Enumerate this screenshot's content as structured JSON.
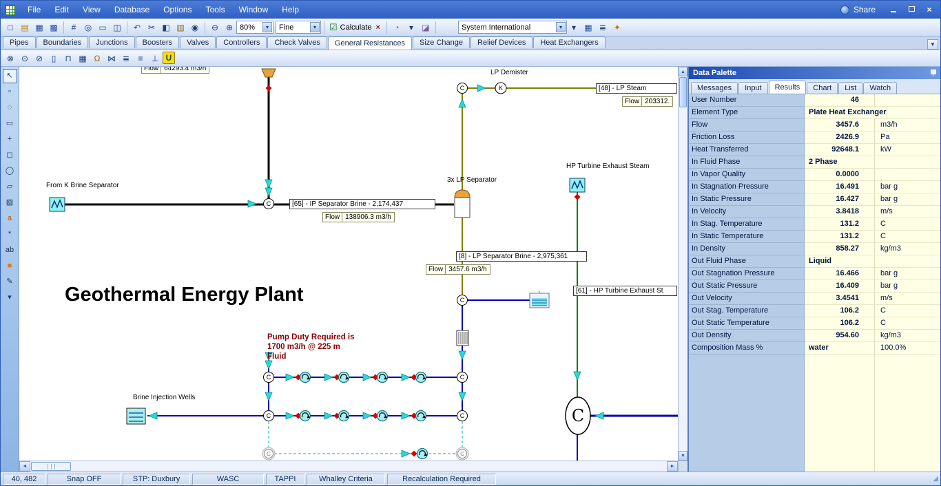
{
  "titlebar": {
    "menus": [
      "File",
      "Edit",
      "View",
      "Database",
      "Options",
      "Tools",
      "Window",
      "Help"
    ],
    "share_label": "Share"
  },
  "icons": {
    "combo_arrow": "▾",
    "dropdown": "▼",
    "scroll_up": "▲",
    "scroll_down": "▼",
    "scroll_left": "◄",
    "scroll_right": "►",
    "calc_check": "☑",
    "calc_close": "×",
    "close": "×",
    "grip": "◢"
  },
  "toolbar_main": {
    "file_group": [
      {
        "name": "new-network-button",
        "glyph": "□"
      },
      {
        "name": "open-button",
        "glyph": "▤",
        "color": "#b8860b"
      },
      {
        "name": "save-button",
        "glyph": "▦",
        "color": "#2a4ea0"
      },
      {
        "name": "save-as-button",
        "glyph": "▩",
        "color": "#2a4ea0"
      }
    ],
    "view_group": [
      {
        "name": "component-grid-button",
        "glyph": "#"
      },
      {
        "name": "search-network-button",
        "glyph": "◎"
      },
      {
        "name": "print-button",
        "glyph": "▭",
        "color": "#2a7a3a"
      },
      {
        "name": "export-button",
        "glyph": "◫"
      }
    ],
    "edit_group": [
      {
        "name": "undo-button",
        "glyph": "↶",
        "color": "#2a4ea0"
      },
      {
        "name": "cut-button",
        "glyph": "✂"
      },
      {
        "name": "copy-button",
        "glyph": "◧"
      },
      {
        "name": "paste-button",
        "glyph": "▥",
        "color": "#8a6a20"
      },
      {
        "name": "find-button",
        "glyph": "◉"
      }
    ],
    "zoom_group": [
      {
        "name": "zoom-out-button",
        "glyph": "⊖"
      },
      {
        "name": "zoom-in-button",
        "glyph": "⊕"
      }
    ],
    "zoom_value": "80%",
    "quality_value": "Fine",
    "calculate_label": "Calculate",
    "run_group": [
      {
        "name": "gauge-button",
        "glyph": "◔",
        "color": "#b06010"
      },
      {
        "name": "gauge-dropdown-button",
        "glyph": "▾"
      },
      {
        "name": "eraser-button",
        "glyph": "◪",
        "color": "#7a5a9a"
      }
    ],
    "units_value": "System International",
    "right_group": [
      {
        "name": "units-dropdown-button",
        "glyph": "▾"
      },
      {
        "name": "data-palette-button",
        "glyph": "▦",
        "color": "#2a4ea0"
      },
      {
        "name": "list-view-button",
        "glyph": "≣"
      },
      {
        "name": "wizard-button",
        "glyph": "✦",
        "color": "#d07000"
      }
    ]
  },
  "doc_tabs": {
    "items": [
      {
        "label": "Pipes"
      },
      {
        "label": "Boundaries"
      },
      {
        "label": "Junctions"
      },
      {
        "label": "Boosters"
      },
      {
        "label": "Valves"
      },
      {
        "label": "Controllers"
      },
      {
        "label": "Check Valves"
      },
      {
        "label": "General Resistances",
        "active": true
      },
      {
        "label": "Size Change"
      },
      {
        "label": "Relief Devices"
      },
      {
        "label": "Heat Exchangers"
      }
    ]
  },
  "toolbar_components": {
    "items": [
      {
        "name": "orifice-button",
        "glyph": "⊗"
      },
      {
        "name": "nozzle-button",
        "glyph": "⊙"
      },
      {
        "name": "restrictor-button",
        "glyph": "⊘"
      },
      {
        "name": "plate-button",
        "glyph": "▯"
      },
      {
        "name": "gate-button",
        "glyph": "⊓"
      },
      {
        "name": "screen-button",
        "glyph": "▦"
      },
      {
        "name": "bend-loss-button",
        "glyph": "Ω",
        "color": "#b05a00"
      },
      {
        "name": "transition-button",
        "glyph": "⋈"
      },
      {
        "name": "grill-button",
        "glyph": "≣"
      },
      {
        "name": "louvre-button",
        "glyph": "≡"
      },
      {
        "name": "tee-button",
        "glyph": "⊥"
      },
      {
        "name": "user-resistance-button",
        "glyph": "U",
        "cls": "boxed"
      }
    ]
  },
  "tools": {
    "items": [
      {
        "name": "select-tool",
        "glyph": "↖",
        "active": true
      },
      {
        "name": "marquee-tool",
        "glyph": "▫"
      },
      {
        "name": "lasso-tool",
        "glyph": "◌"
      },
      {
        "name": "zoom-window-tool",
        "glyph": "▭"
      },
      {
        "name": "pan-tool",
        "glyph": "+"
      },
      {
        "name": "node-tool",
        "glyph": "◻"
      },
      {
        "name": "ellipse-tool",
        "glyph": "◯"
      },
      {
        "name": "polygon-tool",
        "glyph": "▱"
      },
      {
        "name": "image-tool",
        "glyph": "▨"
      },
      {
        "name": "text-tool",
        "glyph": "a",
        "color": "#c05000"
      },
      {
        "name": "snap-tool",
        "glyph": "*"
      },
      {
        "name": "label-tool",
        "glyph": "ab"
      },
      {
        "name": "fill-tool",
        "glyph": "■",
        "color": "#e07820"
      },
      {
        "name": "pencil-tool",
        "glyph": "✎"
      },
      {
        "name": "layer-tool",
        "glyph": "▾",
        "color": "#16408c"
      }
    ]
  },
  "canvas": {
    "title": "Geothermal Energy Plant",
    "flow_word": "Flow",
    "nodes": {
      "c": "C",
      "k": "K",
      "big_c": "C"
    },
    "labels": {
      "top_flow_value": "64293.4 m3/h",
      "lp_demister": "LP Demister",
      "lp_steam_box": "[48] - LP Steam",
      "lp_steam_flow_value": "203312.",
      "from_k_brine": "From K Brine Separator",
      "ip_brine_box": "[65] - IP Separator Brine - 2,174,437",
      "ip_brine_flow_value": "138906.3 m3/h",
      "lp_separator": "3x LP Separator",
      "hp_exhaust": "HP Turbine Exhaust Steam",
      "lp_brine_box": "[8] - LP Separator Brine - 2,975,361",
      "lp_brine_flow_value": "3457.6 m3/h",
      "hp_exhaust_box": "[61] - HP Turbine Exhaust St",
      "brine_wells": "Brine Injection Wells",
      "pump_note": [
        "Pump Duty Required is",
        "1700 m3/h @ 225 m",
        "Fluid"
      ]
    }
  },
  "palette": {
    "title": "Data Palette",
    "tabs": [
      {
        "label": "Messages"
      },
      {
        "label": "Input"
      },
      {
        "label": "Results",
        "active": true
      },
      {
        "label": "Chart"
      },
      {
        "label": "List"
      },
      {
        "label": "Watch"
      }
    ],
    "rows": [
      {
        "label": "User Number",
        "value": "46",
        "unit": ""
      },
      {
        "label": "Element Type",
        "value": "Plate Heat Exchanger",
        "unit": "",
        "cls": "alpha"
      },
      {
        "label": "Flow",
        "value": "3457.6",
        "unit": "m3/h"
      },
      {
        "label": "Friction Loss",
        "value": "2426.9",
        "unit": "Pa"
      },
      {
        "label": "Heat Transferred",
        "value": "92648.1",
        "unit": "kW"
      },
      {
        "label": "In Fluid Phase",
        "value": "2 Phase",
        "unit": "",
        "cls": "alpha"
      },
      {
        "label": "In Vapor Quality",
        "value": "0.0000",
        "unit": ""
      },
      {
        "label": "In Stagnation Pressure",
        "value": "16.491",
        "unit": "bar g"
      },
      {
        "label": "In Static Pressure",
        "value": "16.427",
        "unit": "bar g"
      },
      {
        "label": "In Velocity",
        "value": "3.8418",
        "unit": "m/s"
      },
      {
        "label": "In Stag. Temperature",
        "value": "131.2",
        "unit": "C"
      },
      {
        "label": "In Static Temperature",
        "value": "131.2",
        "unit": "C"
      },
      {
        "label": "In Density",
        "value": "858.27",
        "unit": "kg/m3"
      },
      {
        "label": "Out Fluid Phase",
        "value": "Liquid",
        "unit": "",
        "cls": "alpha"
      },
      {
        "label": "Out Stagnation Pressure",
        "value": "16.466",
        "unit": "bar g"
      },
      {
        "label": "Out Static Pressure",
        "value": "16.409",
        "unit": "bar g"
      },
      {
        "label": "Out Velocity",
        "value": "3.4541",
        "unit": "m/s"
      },
      {
        "label": "Out Stag. Temperature",
        "value": "106.2",
        "unit": "C"
      },
      {
        "label": "Out Static Temperature",
        "value": "106.2",
        "unit": "C"
      },
      {
        "label": "Out Density",
        "value": "954.60",
        "unit": "kg/m3"
      },
      {
        "label": "Composition Mass %",
        "value": "water",
        "unit": "100.0%",
        "cls": "alpha"
      }
    ]
  },
  "statusbar": {
    "cells": [
      "40, 482",
      "Snap OFF",
      "STP: Duxbury",
      "WASC",
      "TAPPI",
      "Whalley Criteria",
      "Recalculation Required"
    ]
  }
}
